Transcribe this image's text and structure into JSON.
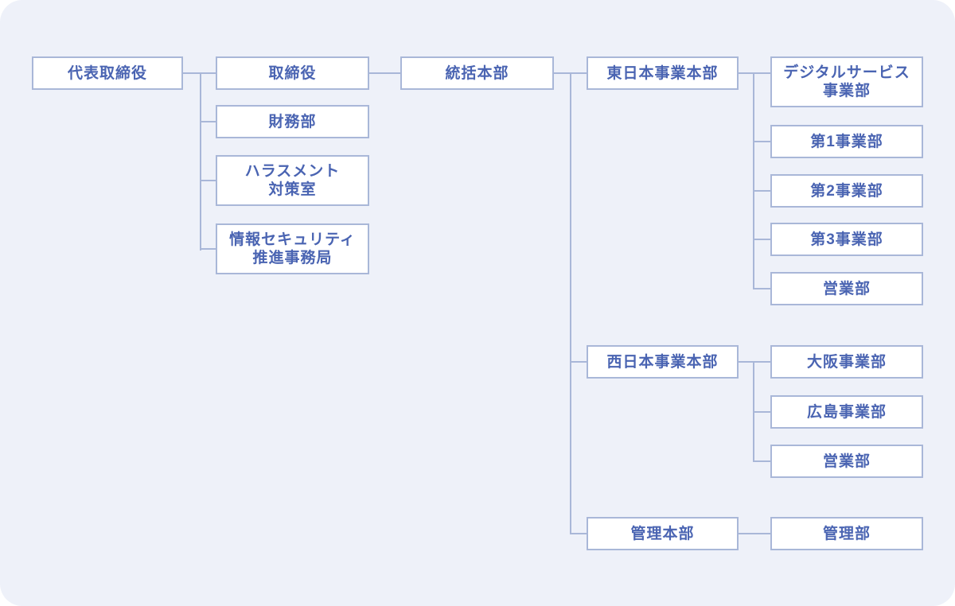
{
  "diagram": {
    "type": "org-chart",
    "language": "ja",
    "colors": {
      "page_background": "#ffffff",
      "panel_background": "#eef1f9",
      "box_fill": "#ffffff",
      "box_border": "#a9b7d8",
      "connector": "#a9b7d8",
      "text": "#4a64b2"
    },
    "nodes": {
      "ceo": {
        "label": "代表取締役"
      },
      "director": {
        "label": "取締役"
      },
      "finance": {
        "label": "財務部"
      },
      "harassment": {
        "label": "ハラスメント\n対策室"
      },
      "infosec": {
        "label": "情報セキュリティ\n推進事務局"
      },
      "general_hq": {
        "label": "統括本部"
      },
      "east_hq": {
        "label": "東日本事業本部"
      },
      "digital_div": {
        "label": "デジタルサービス\n事業部"
      },
      "div1": {
        "label": "第1事業部"
      },
      "div2": {
        "label": "第2事業部"
      },
      "div3": {
        "label": "第3事業部"
      },
      "sales_east": {
        "label": "営業部"
      },
      "west_hq": {
        "label": "西日本事業本部"
      },
      "osaka_div": {
        "label": "大阪事業部"
      },
      "hiroshima_div": {
        "label": "広島事業部"
      },
      "sales_west": {
        "label": "営業部"
      },
      "admin_hq": {
        "label": "管理本部"
      },
      "admin_dept": {
        "label": "管理部"
      }
    },
    "hierarchy": [
      {
        "parent": "代表取締役",
        "children": [
          "取締役",
          "財務部",
          "ハラスメント対策室",
          "情報セキュリティ推進事務局"
        ]
      },
      {
        "parent": "取締役",
        "children": [
          "統括本部"
        ]
      },
      {
        "parent": "統括本部",
        "children": [
          "東日本事業本部",
          "西日本事業本部",
          "管理本部"
        ]
      },
      {
        "parent": "東日本事業本部",
        "children": [
          "デジタルサービス事業部",
          "第1事業部",
          "第2事業部",
          "第3事業部",
          "営業部"
        ]
      },
      {
        "parent": "西日本事業本部",
        "children": [
          "大阪事業部",
          "広島事業部",
          "営業部"
        ]
      },
      {
        "parent": "管理本部",
        "children": [
          "管理部"
        ]
      }
    ]
  }
}
